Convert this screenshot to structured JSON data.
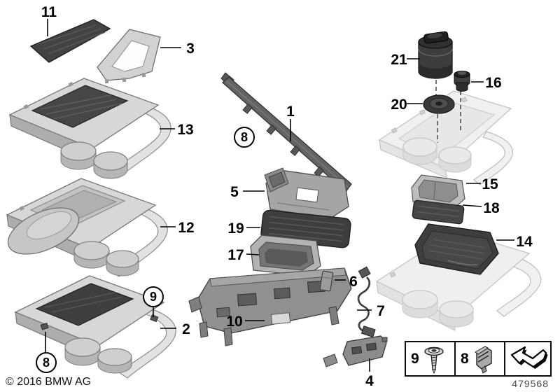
{
  "page": {
    "copyright": "© 2016 BMW AG",
    "diagram_number": "479568"
  },
  "colors": {
    "background": "#ffffff",
    "dark_part": "#3f3f3f",
    "light_part": "#d7d7d7",
    "faint_outline_part": "#efefef",
    "callout_text": "#000000",
    "diagram_number_text": "#4a4a4a"
  },
  "callouts": {
    "c11": {
      "label": "11"
    },
    "c3": {
      "label": "3"
    },
    "c13": {
      "label": "13"
    },
    "c12": {
      "label": "12"
    },
    "c9": {
      "label": "9",
      "circled": true
    },
    "c2": {
      "label": "2"
    },
    "c8_left": {
      "label": "8",
      "circled": true
    },
    "c8_mid": {
      "label": "8",
      "circled": true
    },
    "c1": {
      "label": "1"
    },
    "c5": {
      "label": "5"
    },
    "c19": {
      "label": "19"
    },
    "c17": {
      "label": "17"
    },
    "c10": {
      "label": "10"
    },
    "c6": {
      "label": "6"
    },
    "c7": {
      "label": "7"
    },
    "c4": {
      "label": "4"
    },
    "c21": {
      "label": "21"
    },
    "c16": {
      "label": "16"
    },
    "c20": {
      "label": "20"
    },
    "c15": {
      "label": "15"
    },
    "c18": {
      "label": "18"
    },
    "c14": {
      "label": "14"
    }
  },
  "legend": {
    "screw_label": "9",
    "clip_label": "8",
    "icons": [
      "screw-icon",
      "clip-icon",
      "continuation-arrow-icon"
    ]
  }
}
